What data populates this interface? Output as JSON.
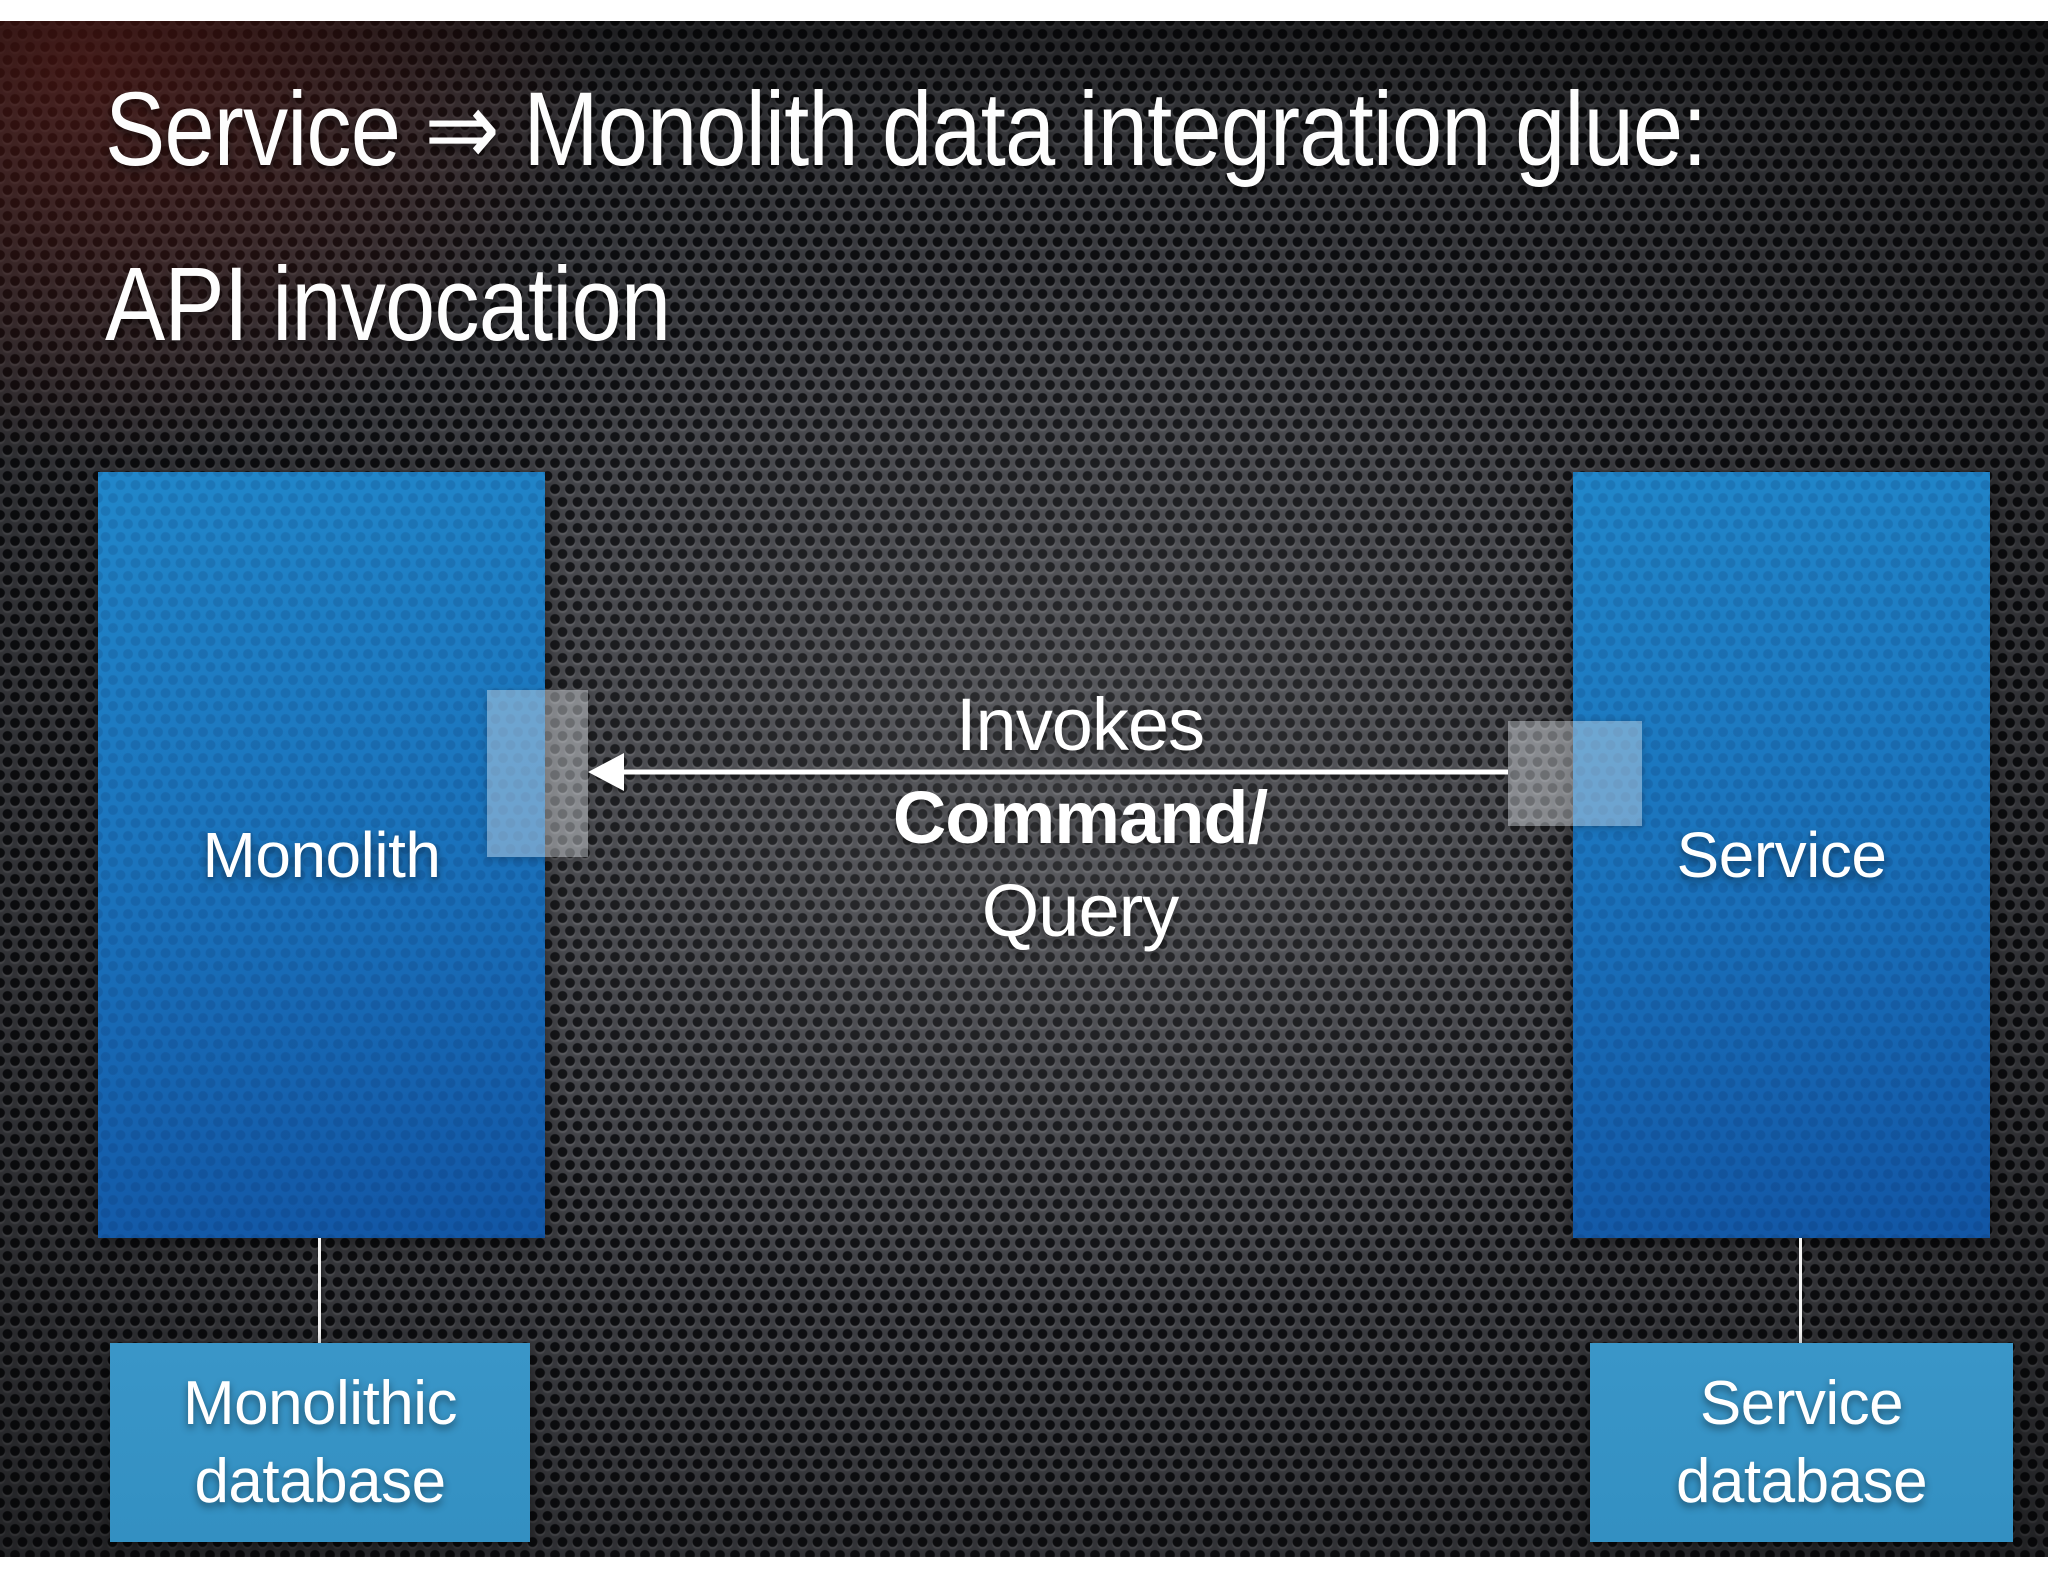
{
  "slide": {
    "title": {
      "line1": "Service ⇒ Monolith data integration glue:",
      "line2": "API invocation"
    },
    "monolith_box": {
      "label": "Monolith"
    },
    "service_box": {
      "label": "Service"
    },
    "arrow_labels": {
      "line1": "Invokes",
      "line2": "Command/",
      "line3": "Query"
    },
    "monolith_db_box": {
      "line1": "Monolithic",
      "line2": "database"
    },
    "service_db_box": {
      "line1": "Service",
      "line2": "database"
    },
    "colors": {
      "box_top": "#2187CA",
      "box_bottom": "#1256A5",
      "db_box": "#3A96C8",
      "text": "#FFFFFF",
      "arrow": "#FFFFFF",
      "background_metal": "#404146"
    }
  }
}
